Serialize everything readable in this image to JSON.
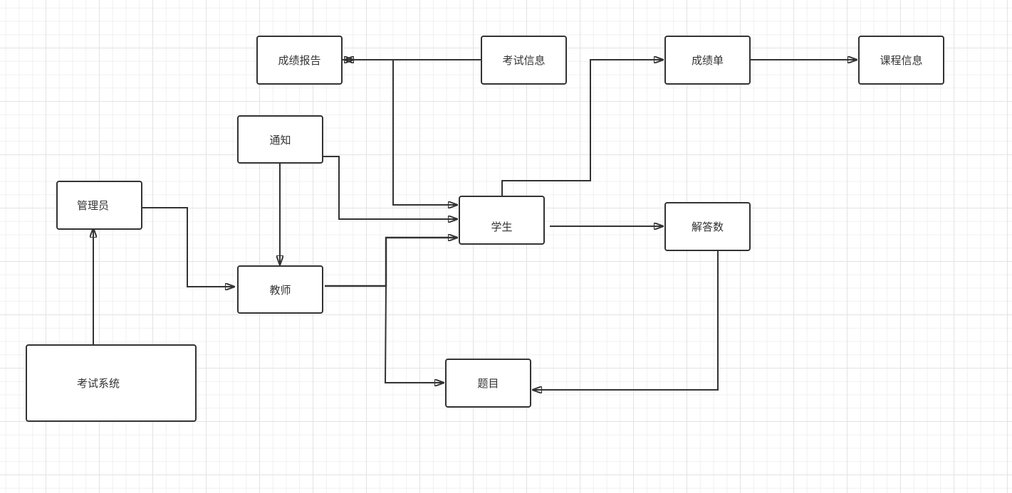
{
  "diagram": {
    "title": "考试系统",
    "nodes": {
      "chengji_baogao": "成绩报告",
      "kaoshi_xinxi": "考试信息",
      "chengjidan": "成绩单",
      "kecheng_xinxi": "课程信息",
      "tongzhi": "通知",
      "guanliyuan": "管理员",
      "xuesheng": "学生",
      "jieda_shu": "解答数",
      "jiaoshi": "教师",
      "kaoshi_xitong": "考试系统",
      "timu": "题目"
    },
    "edges": [
      {
        "from": "考试信息",
        "to": "成绩报告"
      },
      {
        "from": "考试信息",
        "to": "学生"
      },
      {
        "from": "通知",
        "to": "学生"
      },
      {
        "from": "通知",
        "to": "教师"
      },
      {
        "from": "教师",
        "to": "学生"
      },
      {
        "from": "教师",
        "to": "题目"
      },
      {
        "from": "管理员",
        "to": "教师"
      },
      {
        "from": "考试系统",
        "to": "管理员"
      },
      {
        "from": "学生",
        "to": "成绩单"
      },
      {
        "from": "学生",
        "to": "解答数"
      },
      {
        "from": "成绩单",
        "to": "课程信息"
      },
      {
        "from": "解答数",
        "to": "题目"
      }
    ],
    "colors": {
      "stroke": "#333333",
      "node_fill": "#ffffff",
      "grid": "#e3e3e3"
    }
  }
}
